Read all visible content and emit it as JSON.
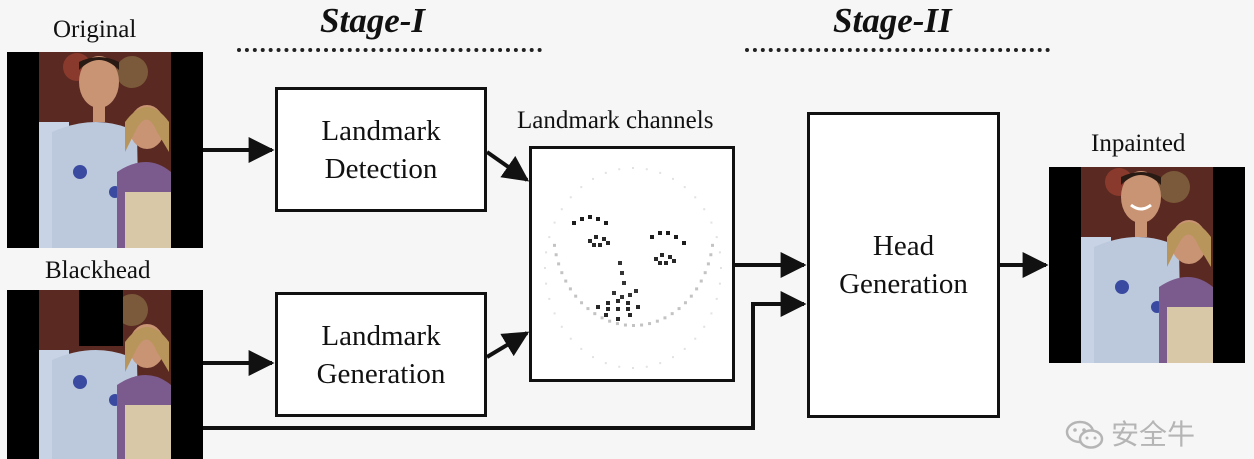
{
  "labels": {
    "original": "Original",
    "blackhead": "Blackhead",
    "landmark_channels": "Landmark channels",
    "inpainted": "Inpainted"
  },
  "stages": {
    "stage1": "Stage-I",
    "stage2": "Stage-II"
  },
  "boxes": {
    "landmark_detection": [
      "Landmark",
      "Detection"
    ],
    "landmark_generation": [
      "Landmark",
      "Generation"
    ],
    "head_generation": [
      "Head",
      "Generation"
    ]
  },
  "watermark": {
    "text": "安全牛",
    "icon": "wechat-icon"
  },
  "colors": {
    "line": "#111111",
    "background": "#f6f6f6",
    "shirt": "#bcc8dc",
    "skin": "#c99474",
    "landmark_dot": "#111111"
  }
}
